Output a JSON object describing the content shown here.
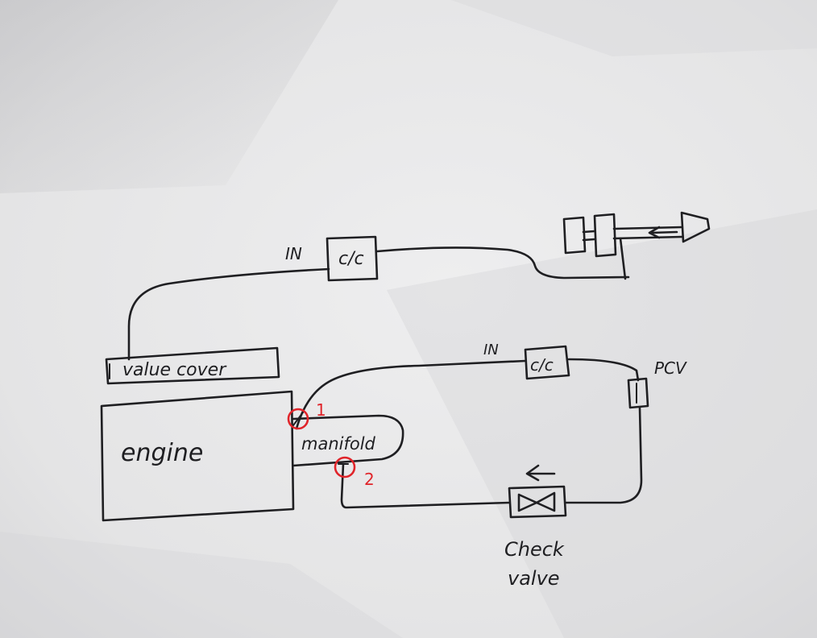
{
  "labels": {
    "intake_top": "IN",
    "catch_can_top": "c/c",
    "valve_cover": "value cover",
    "engine": "engine",
    "manifold": "manifold",
    "intake_lower": "IN",
    "catch_can_lower": "c/c",
    "pcv": "PCV",
    "check_valve_line1": "Check",
    "check_valve_line2": "valve",
    "marker_1": "1",
    "marker_2": "2"
  },
  "colors": {
    "paper": "#e9e9ea",
    "ink": "#1f1f22",
    "marker": "#e0242a"
  }
}
